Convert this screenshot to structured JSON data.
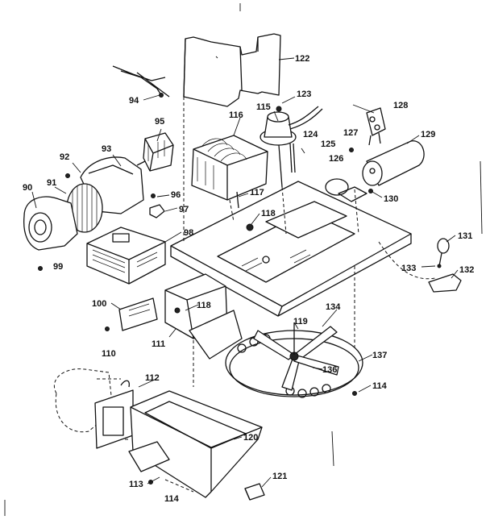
{
  "diagram": {
    "callouts": {
      "c90": "90",
      "c91": "91",
      "c92": "92",
      "c93": "93",
      "c94": "94",
      "c95": "95",
      "c96": "96",
      "c97": "97",
      "c98": "98",
      "c99": "99",
      "c100": "100",
      "c110": "110",
      "c111": "111",
      "c112": "112",
      "c113": "113",
      "c114a": "114",
      "c114b": "114",
      "c115": "115",
      "c116": "116",
      "c117": "117",
      "c118a": "118",
      "c118b": "118",
      "c119": "119",
      "c120": "120",
      "c121": "121",
      "c122": "122",
      "c123": "123",
      "c124": "124",
      "c125": "125",
      "c126": "126",
      "c127": "127",
      "c128": "128",
      "c129": "129",
      "c130": "130",
      "c131": "131",
      "c132": "132",
      "c133": "133",
      "c134": "134",
      "c136": "136",
      "c137": "137"
    }
  }
}
